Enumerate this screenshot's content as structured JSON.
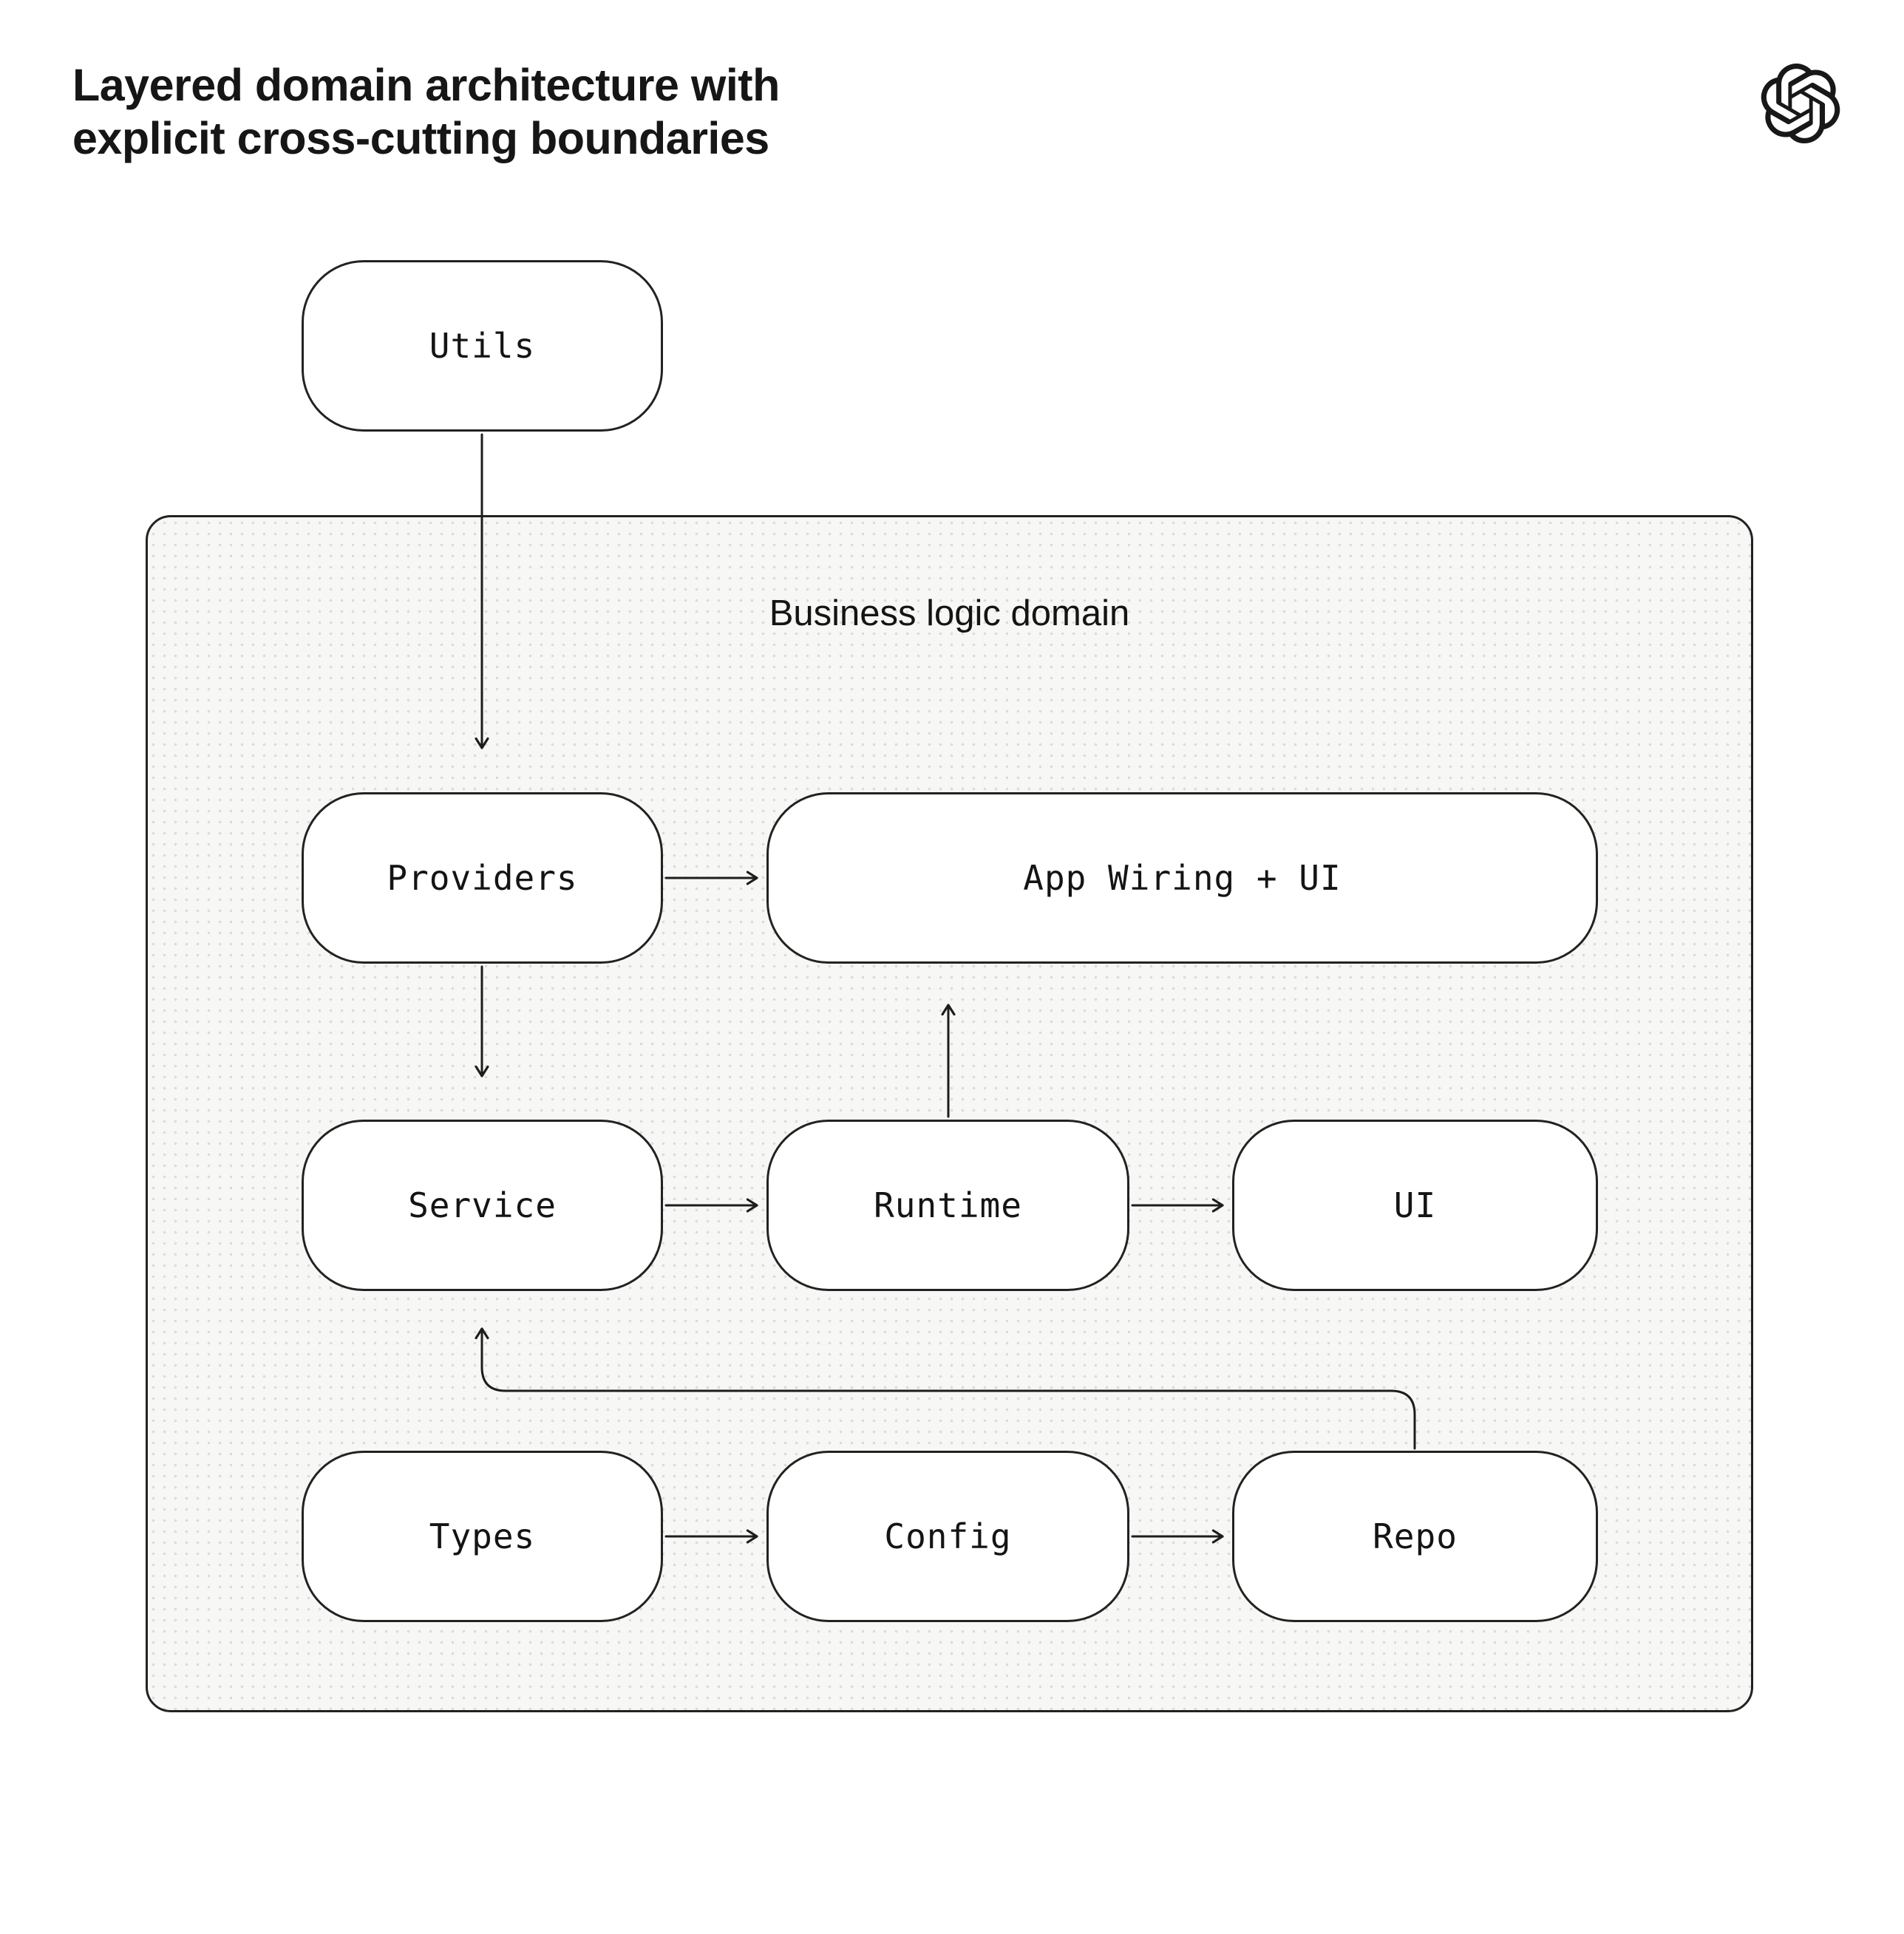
{
  "page": {
    "title_line1": "Layered domain architecture with",
    "title_line2": "explicit cross-cutting boundaries"
  },
  "logo": {
    "icon": "openai-logo"
  },
  "diagram": {
    "container_label": "Business logic domain",
    "nodes": {
      "utils": "Utils",
      "providers": "Providers",
      "app_wiring": "App Wiring + UI",
      "service": "Service",
      "runtime": "Runtime",
      "ui": "UI",
      "types": "Types",
      "config": "Config",
      "repo": "Repo"
    },
    "edges": [
      {
        "from": "utils",
        "to": "providers"
      },
      {
        "from": "providers",
        "to": "app_wiring"
      },
      {
        "from": "providers",
        "to": "service"
      },
      {
        "from": "service",
        "to": "runtime"
      },
      {
        "from": "runtime",
        "to": "ui"
      },
      {
        "from": "runtime",
        "to": "app_wiring"
      },
      {
        "from": "types",
        "to": "config"
      },
      {
        "from": "config",
        "to": "repo"
      },
      {
        "from": "repo",
        "to": "service"
      }
    ],
    "colors": {
      "line": "#1d1d1d",
      "node_fill": "#ffffff",
      "node_border": "#222222",
      "container_fill": "#f7f7f5",
      "container_dot": "#dbdbd8",
      "text": "#141414"
    }
  }
}
